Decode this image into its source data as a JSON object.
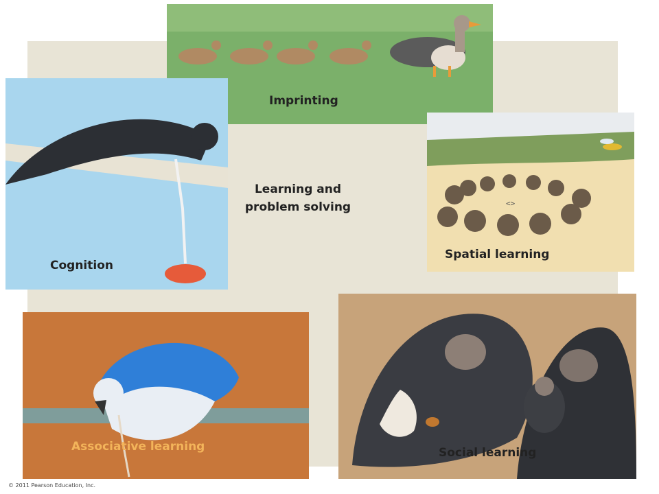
{
  "center": {
    "title_line1": "Learning and",
    "title_line2": "problem solving"
  },
  "panels": {
    "imprinting": {
      "label": "Imprinting"
    },
    "cognition": {
      "label": "Cognition"
    },
    "spatial": {
      "label": "Spatial learning",
      "center_marker": "<>"
    },
    "associative": {
      "label": "Associative learning"
    },
    "social": {
      "label": "Social learning"
    }
  },
  "footer": {
    "copyright": "© 2011 Pearson Education, Inc."
  },
  "colors": {
    "background": "#e8e4d6",
    "imprinting_grass": "#7bb06a",
    "cognition_sky": "#a9d6ee",
    "spatial_sand": "#f1dfb0",
    "associative_bg": "#c8773a",
    "social_bg": "#c7a37a",
    "associative_label": "#f3b45a"
  }
}
